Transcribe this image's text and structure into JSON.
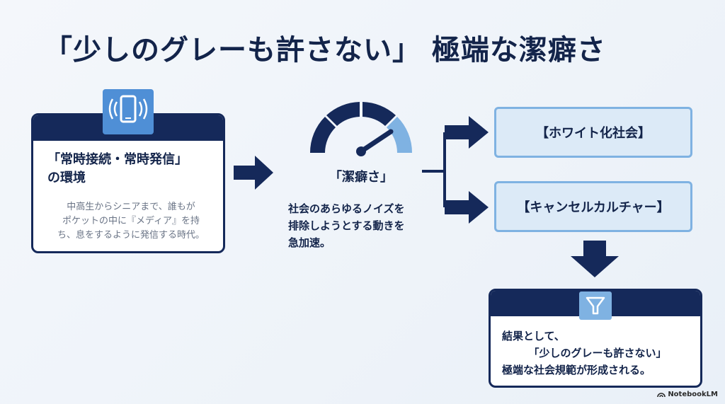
{
  "title": "「少しのグレーも許さない」 極端な潔癖さ",
  "left_card": {
    "title_line1": "「常時接続・常時発信」",
    "title_line2": "の環境",
    "body_line1": "中高生からシニアまで、誰もが",
    "body_line2": "ポケットの中に『メディア』を持",
    "body_line3": "ち、息をするように発信する時代。"
  },
  "gauge": {
    "label": "「潔癖さ」",
    "text_line1": "社会のあらゆるノイズを",
    "text_line2": "排除しようとする動きを",
    "text_line3": "急加速。"
  },
  "outcomes": [
    {
      "label": "【ホワイト化社会】"
    },
    {
      "label": "【キャンセルカルチャー】"
    }
  ],
  "result": {
    "line1": "結果として、",
    "line2": "「少しのグレーも許さない」",
    "line3": "極端な社会規範が形成される。"
  },
  "branding": "NotebookLM",
  "icons": {
    "phone": "smartphone-vibrate-icon",
    "gauge": "speedometer-icon",
    "filter": "funnel-filter-icon"
  },
  "colors": {
    "navy": "#15295a",
    "accent_blue": "#4f8fd6",
    "light_blue": "#7fb2e2",
    "box_fill": "#dceaf7"
  }
}
